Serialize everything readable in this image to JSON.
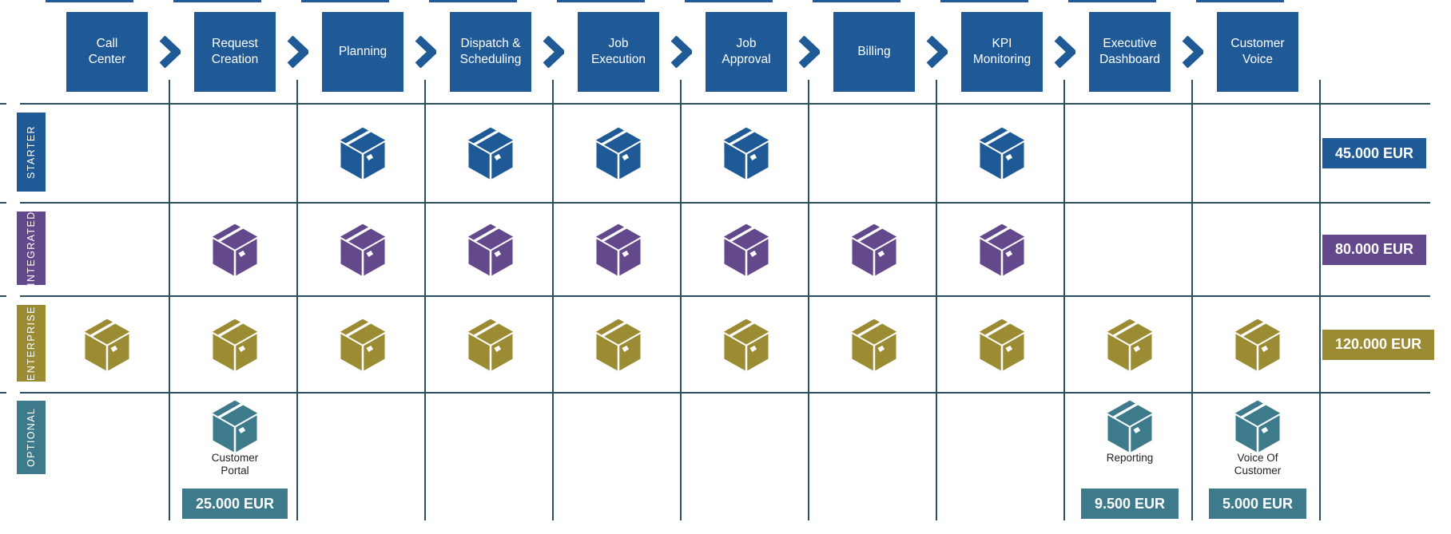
{
  "colors": {
    "blue": "#1f5a96",
    "purple": "#64488c",
    "olive": "#9b8b33",
    "teal": "#3d7b8c",
    "grid_line": "#2d4d63",
    "header_text": "#ffffff",
    "optional_label_text": "#222222"
  },
  "process_steps": [
    "Call\nCenter",
    "Request\nCreation",
    "Planning",
    "Dispatch &\nScheduling",
    "Job\nExecution",
    "Job\nApproval",
    "Billing",
    "KPI\nMonitoring",
    "Executive\nDashboard",
    "Customer\nVoice"
  ],
  "tiers": [
    {
      "id": "starter",
      "label": "STARTER",
      "color": "#1f5a96",
      "price": "45.000 EUR",
      "included_steps": [
        2,
        3,
        4,
        5,
        7
      ]
    },
    {
      "id": "integrated",
      "label": "INTEGRATED",
      "color": "#64488c",
      "price": "80.000 EUR",
      "included_steps": [
        1,
        2,
        3,
        4,
        5,
        6,
        7
      ]
    },
    {
      "id": "enterprise",
      "label": "ENTERPRISE",
      "color": "#9b8b33",
      "price": "120.000 EUR",
      "included_steps": [
        0,
        1,
        2,
        3,
        4,
        5,
        6,
        7,
        8,
        9
      ]
    },
    {
      "id": "optional",
      "label": "OPTIONAL",
      "color": "#3d7b8c",
      "items": [
        {
          "step": 1,
          "label": "Customer\nPortal",
          "price": "25.000 EUR"
        },
        {
          "step": 8,
          "label": "Reporting",
          "price": "9.500 EUR"
        },
        {
          "step": 9,
          "label": "Voice Of\nCustomer",
          "price": "5.000 EUR"
        }
      ]
    }
  ],
  "icons": {
    "cell_marker": "package-box-icon",
    "flow_connector": "chevron-right-icon"
  }
}
